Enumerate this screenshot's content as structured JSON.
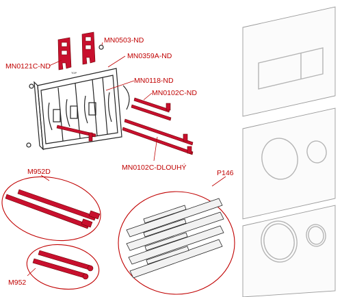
{
  "labels": {
    "mn0121c": "MN0121C-ND",
    "mn0503": "MN0503-ND",
    "mn0359a": "MN0359A-ND",
    "mn0118": "MN0118-ND",
    "mn0102c": "MN0102C-ND",
    "mn0102c_long": "MN0102C-DLOUHÝ",
    "m952d": "M952D",
    "m952": "M952",
    "p146": "P146"
  },
  "colors": {
    "accent_red": "#c00000",
    "part_red": "#c8102e",
    "panel_gray": "#9a9a9a"
  }
}
